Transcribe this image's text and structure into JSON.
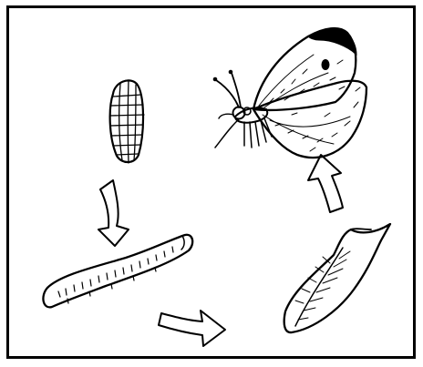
{
  "diagram": {
    "stages": [
      "egg",
      "caterpillar",
      "pupa",
      "butterfly"
    ],
    "arrows": [
      {
        "from": "egg",
        "to": "caterpillar"
      },
      {
        "from": "caterpillar",
        "to": "pupa"
      },
      {
        "from": "pupa",
        "to": "butterfly"
      }
    ]
  },
  "colors": {
    "ink": "#000000",
    "paper": "#ffffff"
  }
}
